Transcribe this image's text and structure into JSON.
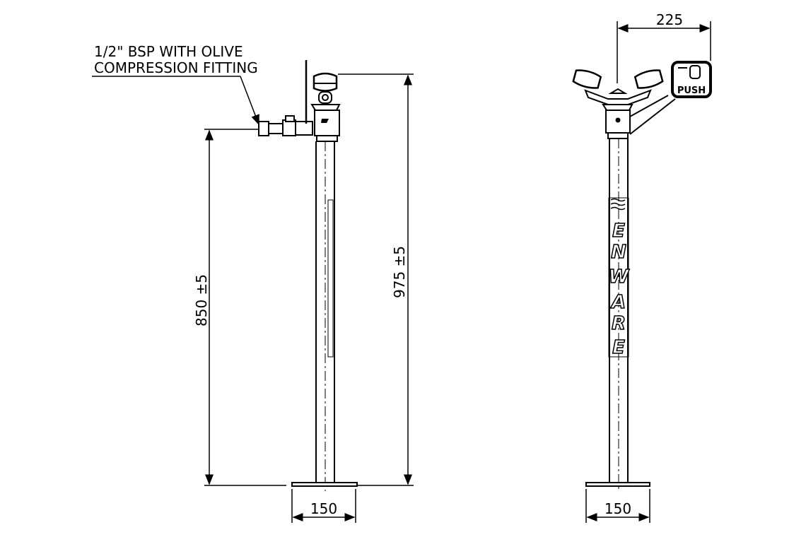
{
  "annotations": {
    "fitting_line1": "1/2\" BSP WITH OLIVE",
    "fitting_line2": "COMPRESSION FITTING"
  },
  "dimensions": {
    "left_height": "850 ±5",
    "total_height": "975 ±5",
    "left_base_width": "150",
    "right_base_width": "150",
    "head_offset": "225"
  },
  "push_button": {
    "label": "PUSH"
  },
  "pole_logo": {
    "letters": [
      "E",
      "N",
      "W",
      "A",
      "R",
      "E"
    ]
  },
  "colors": {
    "line": "#000000",
    "background": "#ffffff"
  }
}
